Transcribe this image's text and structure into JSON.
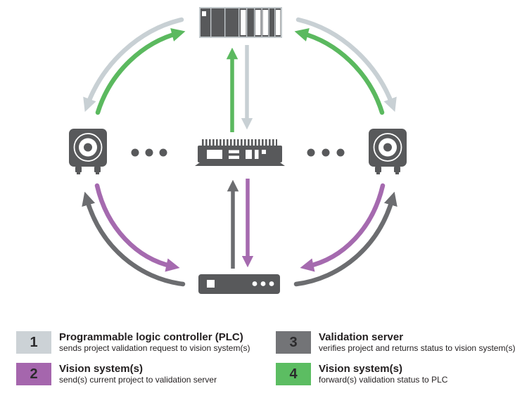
{
  "colors": {
    "lightgray": "#c8d0d4",
    "green": "#5bb95f",
    "purple": "#a56aaf",
    "darkgray": "#6c6d70",
    "icon": "#58595b",
    "text": "#231f20"
  },
  "diagram": {
    "nodes": [
      {
        "id": "plc",
        "icon": "plc-rack-icon"
      },
      {
        "id": "vision-system-left",
        "icon": "camera-icon"
      },
      {
        "id": "vision-controller",
        "icon": "controller-icon"
      },
      {
        "id": "vision-system-right",
        "icon": "camera-icon"
      },
      {
        "id": "validation-server",
        "icon": "server-icon"
      }
    ],
    "flows": [
      {
        "step": 1,
        "from": "plc",
        "to": "vision system(s)",
        "color": "lightgray"
      },
      {
        "step": 2,
        "from": "vision system(s)",
        "to": "validation server",
        "color": "purple"
      },
      {
        "step": 3,
        "from": "validation server",
        "to": "vision system(s)",
        "color": "darkgray"
      },
      {
        "step": 4,
        "from": "vision system(s)",
        "to": "plc",
        "color": "green"
      }
    ]
  },
  "legend": {
    "items": [
      {
        "number": "1",
        "color": "#ccd2d6",
        "title": "Programmable logic controller (PLC)",
        "description": "sends project validation request to vision system(s)"
      },
      {
        "number": "2",
        "color": "#a566ad",
        "title": "Vision system(s)",
        "description": "send(s) current project to validation server"
      },
      {
        "number": "3",
        "color": "#737477",
        "title": "Validation server",
        "description": "verifies project and returns status to vision system(s)"
      },
      {
        "number": "4",
        "color": "#5cbd62",
        "title": "Vision system(s)",
        "description": "forward(s) validation status to PLC"
      }
    ]
  }
}
